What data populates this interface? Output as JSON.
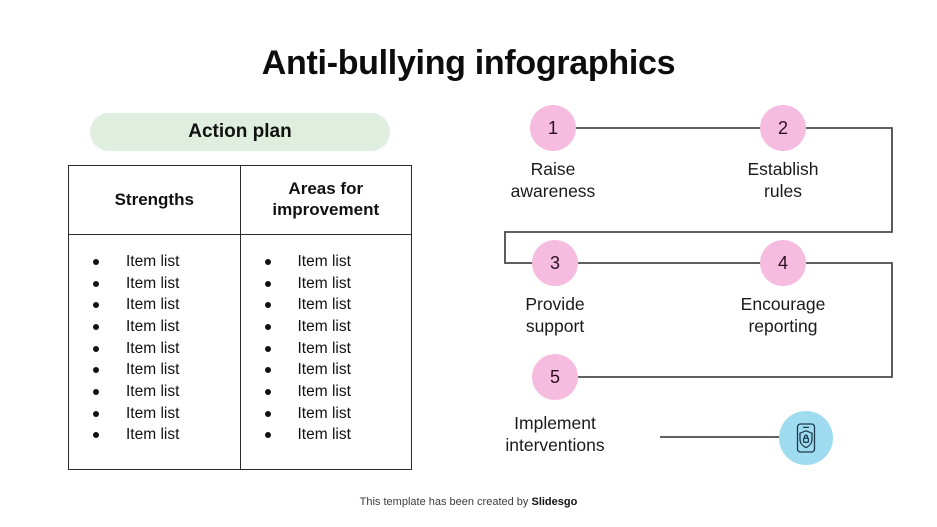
{
  "slide": {
    "title": "Anti-bullying infographics",
    "background": "#ffffff"
  },
  "action_plan": {
    "heading": "Action plan",
    "heading_bg": "#dfeedf",
    "table": {
      "columns": [
        "Strengths",
        "Areas for improvement"
      ],
      "rows": [
        [
          "Item list",
          "Item list"
        ],
        [
          "Item list",
          "Item list"
        ],
        [
          "Item list",
          "Item list"
        ],
        [
          "Item list",
          "Item list"
        ],
        [
          "Item list",
          "Item list"
        ],
        [
          "Item list",
          "Item list"
        ],
        [
          "Item list",
          "Item list"
        ],
        [
          "Item list",
          "Item list"
        ],
        [
          "Item list",
          "Item list"
        ]
      ]
    }
  },
  "flow": {
    "accent": "#f6bcdf",
    "icon_bg": "#9fdcf0",
    "connector_color": "#4a4a4a",
    "steps": [
      {
        "number": "1",
        "label": "Raise\nawareness"
      },
      {
        "number": "2",
        "label": "Establish\nrules"
      },
      {
        "number": "3",
        "label": "Provide\nsupport"
      },
      {
        "number": "4",
        "label": "Encourage\nreporting"
      },
      {
        "number": "5",
        "label": "Implement\ninterventions"
      }
    ],
    "icon": "mobile-shield-lock-icon"
  },
  "footer": {
    "text_prefix": "This template has been created by ",
    "brand": "Slidesgo"
  }
}
